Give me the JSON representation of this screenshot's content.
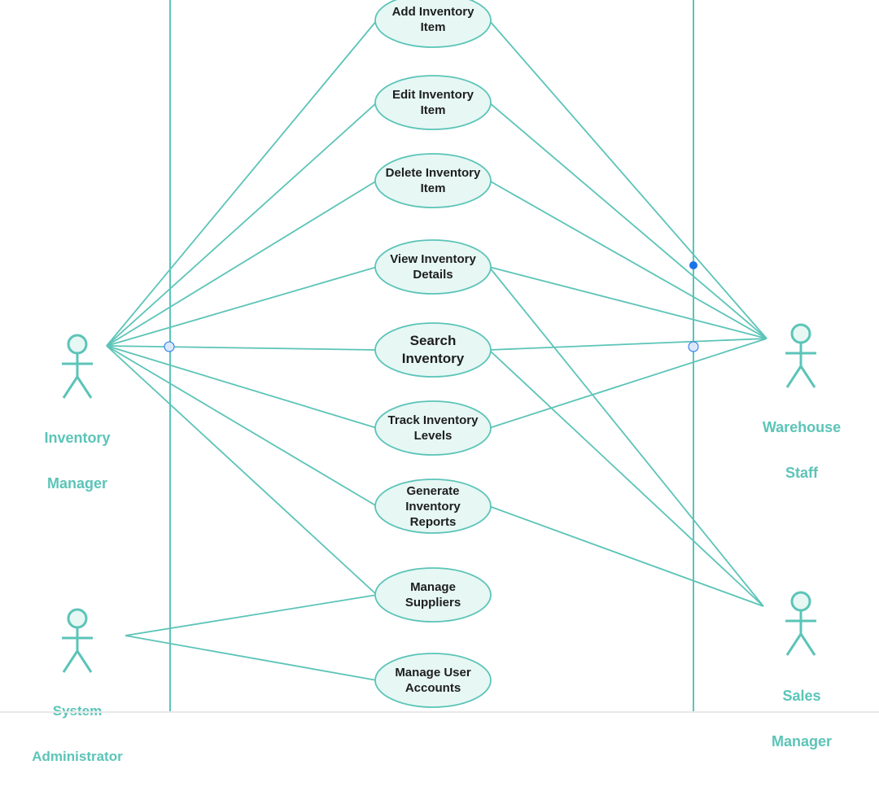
{
  "diagram": {
    "type": "use-case",
    "colors": {
      "line": "#5cc4b8",
      "ellipse_fill": "#e6f7f4",
      "actor": "#5cc4b8",
      "actor_head_fill": "#e6f7f4",
      "handle": "#1a73e8",
      "handle_fill": "#dbe8fb",
      "text": "#1e1e1e"
    },
    "actors": [
      {
        "id": "inventory-manager",
        "label_line1": "Inventory",
        "label_line2": "Manager"
      },
      {
        "id": "warehouse-staff",
        "label_line1": "Warehouse",
        "label_line2": "Staff"
      },
      {
        "id": "system-administrator",
        "label_line1": "System",
        "label_line2": "Administrator"
      },
      {
        "id": "sales-manager",
        "label_line1": "Sales",
        "label_line2": "Manager"
      }
    ],
    "use_cases": [
      {
        "id": "add-inventory-item",
        "label_line1": "Add Inventory",
        "label_line2": "Item",
        "label_line3": ""
      },
      {
        "id": "edit-inventory-item",
        "label_line1": "Edit Inventory",
        "label_line2": "Item",
        "label_line3": ""
      },
      {
        "id": "delete-inventory-item",
        "label_line1": "Delete Inventory",
        "label_line2": "Item",
        "label_line3": ""
      },
      {
        "id": "view-inventory-details",
        "label_line1": "View Inventory",
        "label_line2": "Details",
        "label_line3": ""
      },
      {
        "id": "search-inventory",
        "label_line1": "Search",
        "label_line2": "Inventory",
        "label_line3": ""
      },
      {
        "id": "track-inventory-levels",
        "label_line1": "Track Inventory",
        "label_line2": "Levels",
        "label_line3": ""
      },
      {
        "id": "generate-inventory-reports",
        "label_line1": "Generate",
        "label_line2": "Inventory",
        "label_line3": "Reports"
      },
      {
        "id": "manage-suppliers",
        "label_line1": "Manage",
        "label_line2": "Suppliers",
        "label_line3": ""
      },
      {
        "id": "manage-user-accounts",
        "label_line1": "Manage User",
        "label_line2": "Accounts",
        "label_line3": ""
      }
    ],
    "associations": [
      [
        "inventory-manager",
        "add-inventory-item"
      ],
      [
        "inventory-manager",
        "edit-inventory-item"
      ],
      [
        "inventory-manager",
        "delete-inventory-item"
      ],
      [
        "inventory-manager",
        "view-inventory-details"
      ],
      [
        "inventory-manager",
        "search-inventory"
      ],
      [
        "inventory-manager",
        "track-inventory-levels"
      ],
      [
        "inventory-manager",
        "generate-inventory-reports"
      ],
      [
        "inventory-manager",
        "manage-suppliers"
      ],
      [
        "warehouse-staff",
        "add-inventory-item"
      ],
      [
        "warehouse-staff",
        "edit-inventory-item"
      ],
      [
        "warehouse-staff",
        "delete-inventory-item"
      ],
      [
        "warehouse-staff",
        "view-inventory-details"
      ],
      [
        "warehouse-staff",
        "search-inventory"
      ],
      [
        "warehouse-staff",
        "track-inventory-levels"
      ],
      [
        "system-administrator",
        "manage-suppliers"
      ],
      [
        "system-administrator",
        "manage-user-accounts"
      ],
      [
        "sales-manager",
        "view-inventory-details"
      ],
      [
        "sales-manager",
        "search-inventory"
      ],
      [
        "sales-manager",
        "generate-inventory-reports"
      ]
    ]
  }
}
